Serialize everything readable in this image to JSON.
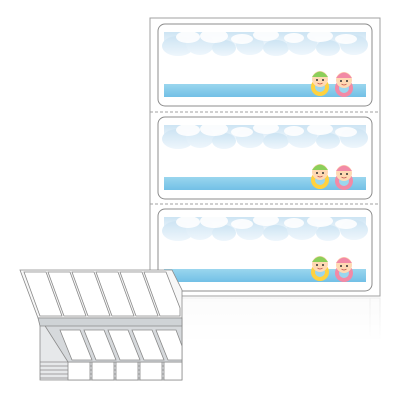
{
  "product": {
    "type": "continuous fanfold label sheet",
    "labels_per_sheet": 3,
    "stack_columns": 6
  },
  "labels": [
    {
      "design": "swimming-kids",
      "background": "sky-with-clouds-and-sea"
    },
    {
      "design": "swimming-kids",
      "background": "sky-with-clouds-and-sea"
    },
    {
      "design": "swimming-kids",
      "background": "sky-with-clouds-and-sea"
    }
  ],
  "palette": {
    "sky": "#cfe6f5",
    "sky_light": "#e6f2fb",
    "cloud": "#ffffff",
    "sea": "#8fd0ea",
    "sea_dark": "#5fb6e0",
    "frame": "#9a9a9a",
    "paper": "#ffffff",
    "stack_shadow": "#c9cdd2",
    "kid_cap_green": "#8ccf5a",
    "kid_cap_pink": "#f28aa6",
    "skin": "#ffd9b3",
    "float_ring": "#ffd23f"
  }
}
